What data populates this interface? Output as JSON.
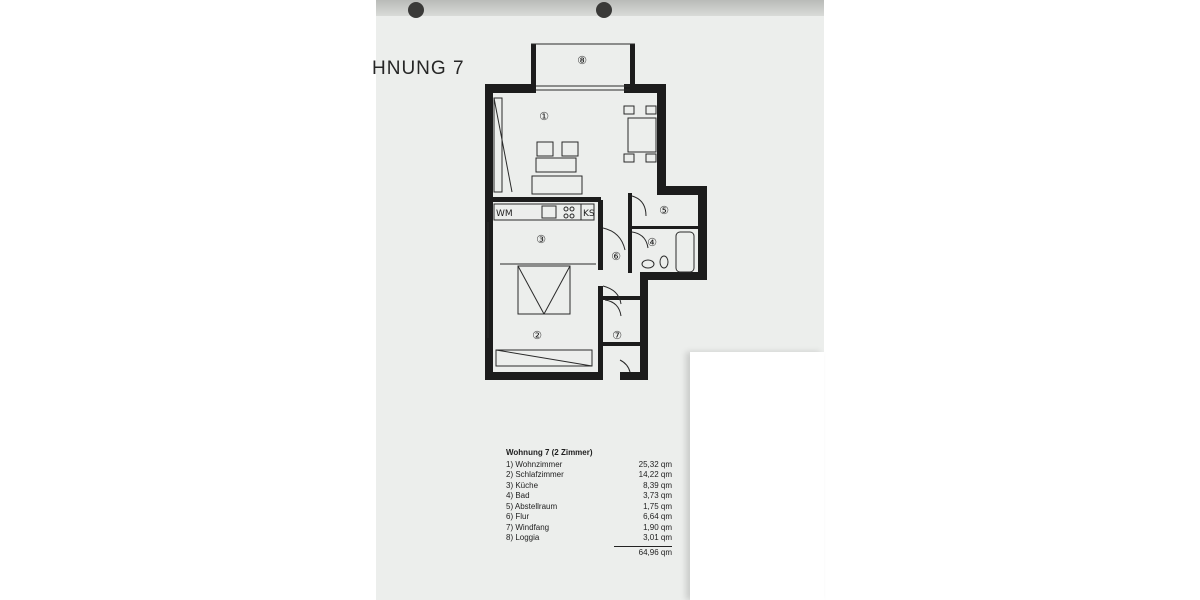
{
  "document": {
    "title": "HNUNG 7"
  },
  "plan": {
    "room_markers": [
      "①",
      "②",
      "③",
      "④",
      "⑤",
      "⑥",
      "⑦",
      "⑧"
    ],
    "fixture_labels": {
      "washer": "WM",
      "fridge": "KS"
    }
  },
  "area_table": {
    "heading": "Wohnung 7 (2 Zimmer)",
    "rows": [
      {
        "label": "1) Wohnzimmer",
        "value": "25,32 qm"
      },
      {
        "label": "2) Schlafzimmer",
        "value": "14,22 qm"
      },
      {
        "label": "3) Küche",
        "value": "8,39 qm"
      },
      {
        "label": "4) Bad",
        "value": "3,73 qm"
      },
      {
        "label": "5) Abstellraum",
        "value": "1,75 qm"
      },
      {
        "label": "6) Flur",
        "value": "6,64 qm"
      },
      {
        "label": "7) Windfang",
        "value": "1,90 qm"
      },
      {
        "label": "8) Loggia",
        "value": "3,01 qm"
      }
    ],
    "total": "64,96 qm"
  }
}
